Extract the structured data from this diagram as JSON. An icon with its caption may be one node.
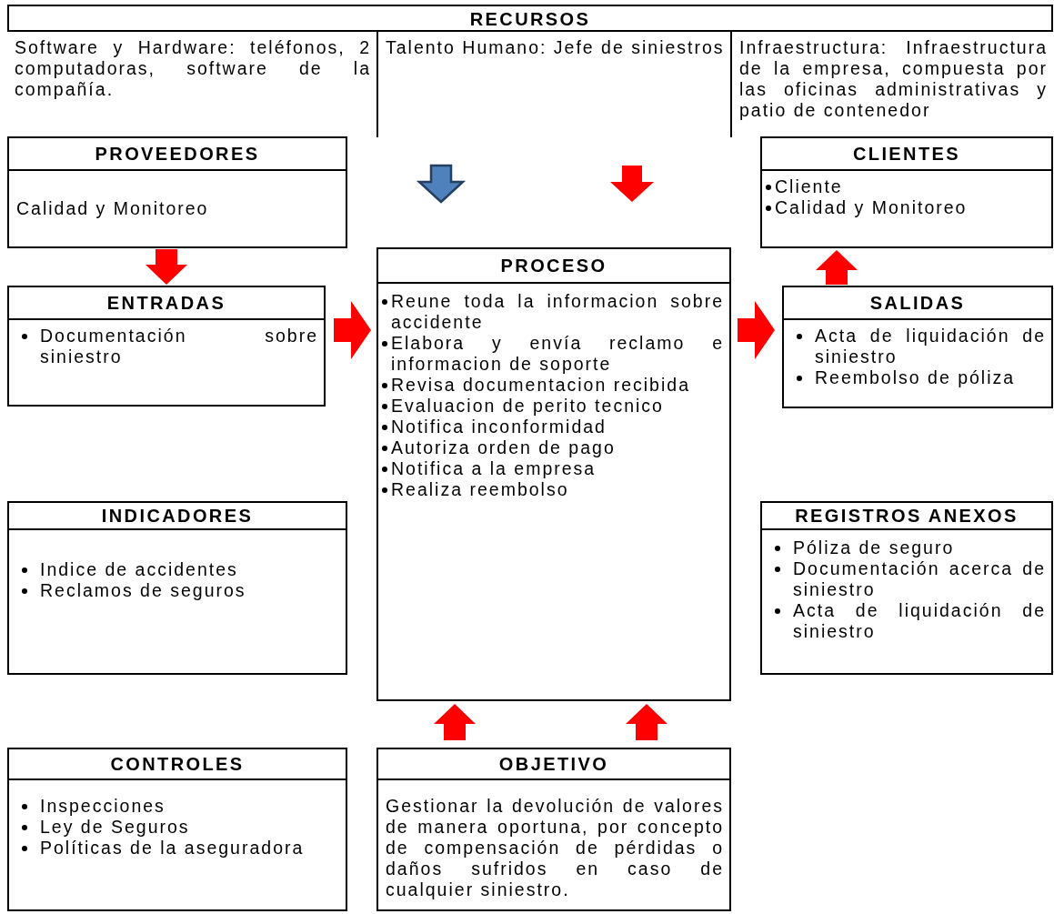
{
  "diagram": {
    "nodes": [
      {
        "text": [
          "RECURSOS"
        ]
      },
      {
        "text": [
          "Software y Hardware: teléfonos, 2 computadoras, software de la compañía."
        ],
        "in": 0
      },
      {
        "text": [
          "Talento Humano: Jefe de siniestros"
        ],
        "in": 0
      },
      {
        "text": [
          "Infraestructura: Infraestructura de la empresa, compuesta por las oficinas administrativas y patio de contenedor"
        ],
        "in": 0
      },
      {
        "text": [
          "PROVEEDORES",
          "Calidad y Monitoreo"
        ]
      },
      {
        "text": [
          "CLIENTES",
          "Cliente",
          "Calidad y Monitoreo"
        ]
      },
      {
        "text": [
          "PROCESO",
          "Reune toda la informacion sobre accidente",
          "Elabora y envía reclamo e informacion de soporte",
          "Revisa documentacion recibida",
          "Evaluacion de perito tecnico",
          "Notifica inconformidad",
          "Autoriza orden de pago",
          "Notifica a la empresa",
          "Realiza reembolso"
        ]
      },
      {
        "text": [
          "ENTRADAS",
          "Documentación sobre siniestro"
        ]
      },
      {
        "text": [
          "SALIDAS",
          "Acta de liquidación de siniestro",
          "Reembolso de póliza"
        ]
      },
      {
        "text": [
          "INDICADORES",
          "Indice de accidentes",
          "Reclamos de seguros"
        ]
      },
      {
        "text": [
          "REGISTROS ANEXOS",
          "Póliza de seguro",
          "Documentación acerca de siniestro",
          "Acta de liquidación de siniestro"
        ]
      },
      {
        "text": [
          "CONTROLES",
          "Inspecciones",
          "Ley de Seguros",
          "Políticas de la aseguradora"
        ]
      },
      {
        "text": [
          "OBJETIVO",
          "Gestionar la devolución de valores de manera oportuna, por concepto de compensación de pérdidas o daños sufridos en caso de cualquier siniestro."
        ]
      }
    ],
    "edges": [
      {
        "from": 0,
        "to": 6,
        "arrow": "to",
        "color": "#4f81bd"
      },
      {
        "from": 0,
        "to": 6,
        "arrow": "to"
      },
      {
        "from": 4,
        "to": 7,
        "arrow": "to"
      },
      {
        "from": 7,
        "to": 6,
        "arrow": "to"
      },
      {
        "from": 6,
        "to": 8,
        "arrow": "to"
      },
      {
        "from": 8,
        "to": 5,
        "arrow": "to"
      },
      {
        "from": 12,
        "to": 6,
        "arrow": "to"
      },
      {
        "from": 12,
        "to": 6,
        "arrow": "to"
      }
    ]
  }
}
